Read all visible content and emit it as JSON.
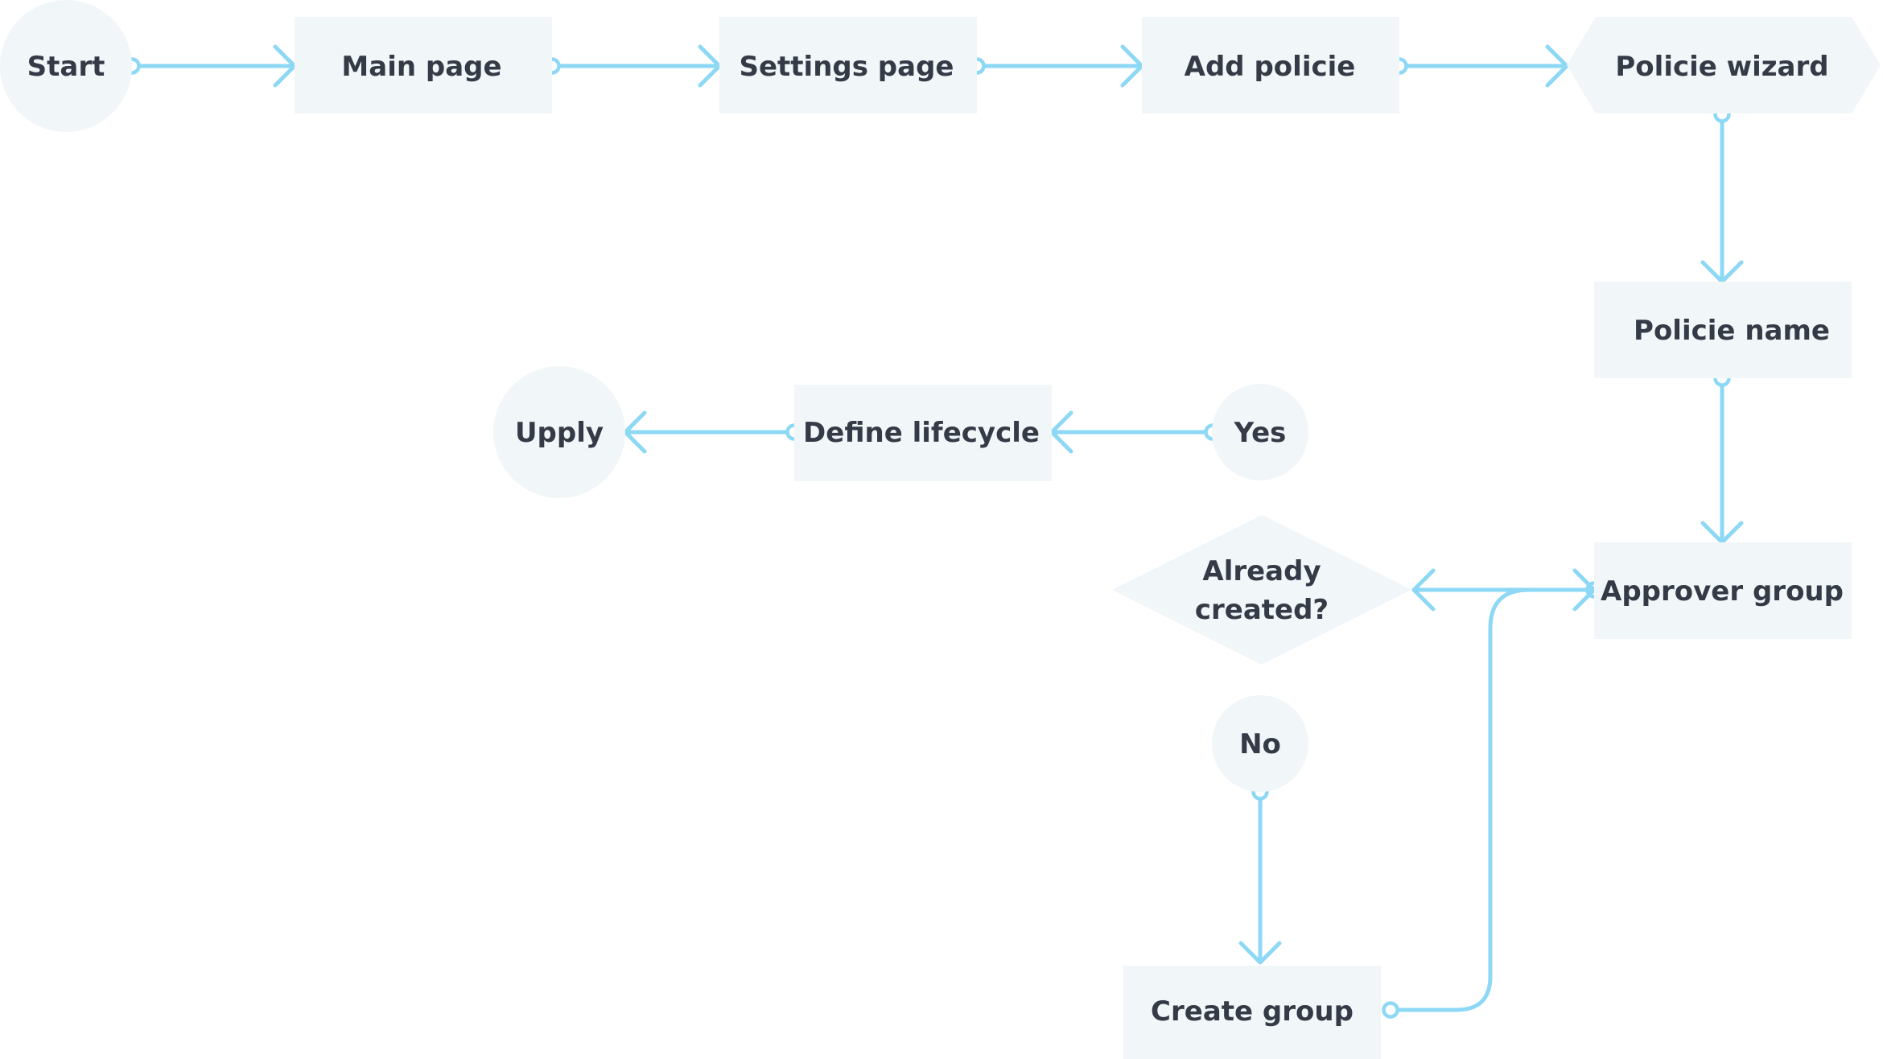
{
  "colors": {
    "node_fill": "#f1f6f9",
    "edge": "#8dd8f5",
    "text": "#343a46"
  },
  "nodes": {
    "start": {
      "shape": "circle",
      "label": [
        "Start"
      ]
    },
    "main_page": {
      "shape": "rect",
      "label": [
        "Main page"
      ]
    },
    "settings_page": {
      "shape": "rect",
      "label": [
        "Settings page"
      ]
    },
    "add_policie": {
      "shape": "rect",
      "label": [
        "Add policie"
      ]
    },
    "policie_wizard": {
      "shape": "hexagon",
      "label": [
        "Policie wizard"
      ]
    },
    "policie_name": {
      "shape": "rect",
      "label": [
        "Policie name"
      ]
    },
    "approver_group": {
      "shape": "rect",
      "label": [
        "Approver group"
      ]
    },
    "already_created": {
      "shape": "diamond",
      "label": [
        "Already",
        "created?"
      ]
    },
    "yes": {
      "shape": "circle",
      "label": [
        "Yes"
      ]
    },
    "no": {
      "shape": "circle",
      "label": [
        "No"
      ]
    },
    "define_lifecycle": {
      "shape": "rect",
      "label": [
        "Define lifecycle"
      ]
    },
    "upply": {
      "shape": "circle",
      "label": [
        "Upply"
      ]
    },
    "create_group": {
      "shape": "rect",
      "label": [
        "Create group"
      ]
    }
  },
  "edges": [
    {
      "from": "start",
      "to": "main_page"
    },
    {
      "from": "main_page",
      "to": "settings_page"
    },
    {
      "from": "settings_page",
      "to": "add_policie"
    },
    {
      "from": "add_policie",
      "to": "policie_wizard"
    },
    {
      "from": "policie_wizard",
      "to": "policie_name"
    },
    {
      "from": "policie_name",
      "to": "approver_group"
    },
    {
      "from": "approver_group",
      "to": "already_created"
    },
    {
      "from": "yes",
      "to": "define_lifecycle"
    },
    {
      "from": "define_lifecycle",
      "to": "upply"
    },
    {
      "from": "no",
      "to": "create_group"
    },
    {
      "from": "create_group",
      "to": "approver_group"
    }
  ]
}
